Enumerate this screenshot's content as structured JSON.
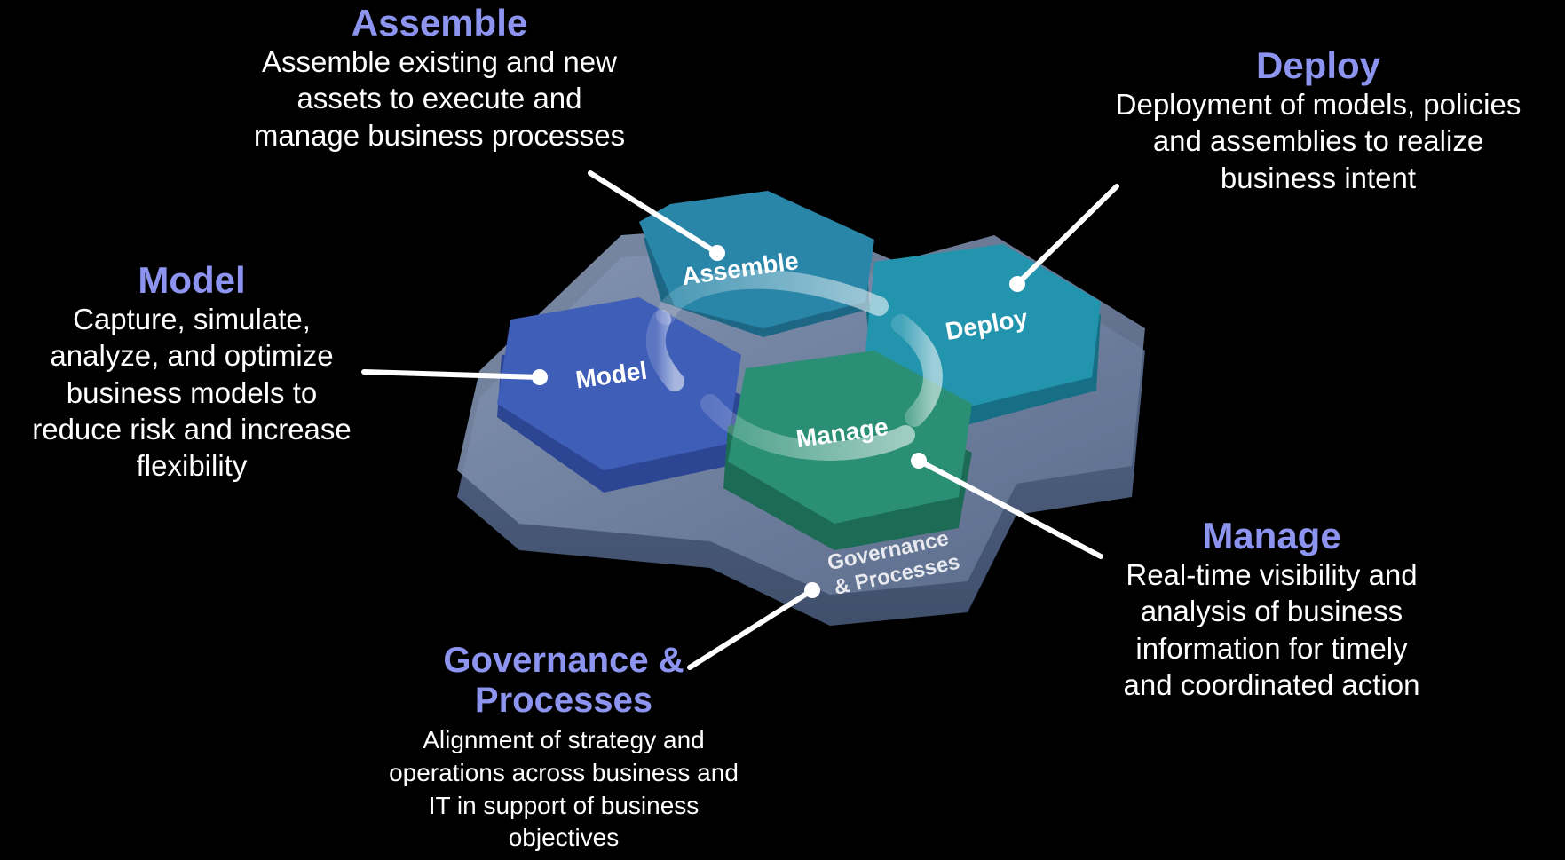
{
  "callouts": {
    "assemble": {
      "title": "Assemble",
      "description": "Assemble existing and new\nassets to execute and\nmanage business processes"
    },
    "deploy": {
      "title": "Deploy",
      "description": "Deployment of models, policies\nand assemblies to realize\nbusiness intent"
    },
    "model": {
      "title": "Model",
      "description": "Capture, simulate,\nanalyze, and optimize\nbusiness models to\nreduce risk and increase\nflexibility"
    },
    "manage": {
      "title": "Manage",
      "description": "Real-time visibility and\nanalysis of business\ninformation for timely\nand coordinated action"
    },
    "governance": {
      "title_line1": "Governance &",
      "title_line2": "Processes",
      "description": "Alignment of strategy and\noperations across business and\nIT in support of business\nobjectives"
    }
  },
  "hexagons": {
    "assemble": "Assemble",
    "deploy": "Deploy",
    "model": "Model",
    "manage": "Manage",
    "base_line1": "Governance",
    "base_line2": "& Processes"
  },
  "colors": {
    "title": "#8c94f0",
    "assemble": "#2a86a8",
    "deploy": "#2394ad",
    "model": "#3f5eb8",
    "manage": "#2a8f74",
    "base": "#7a8aa5"
  }
}
